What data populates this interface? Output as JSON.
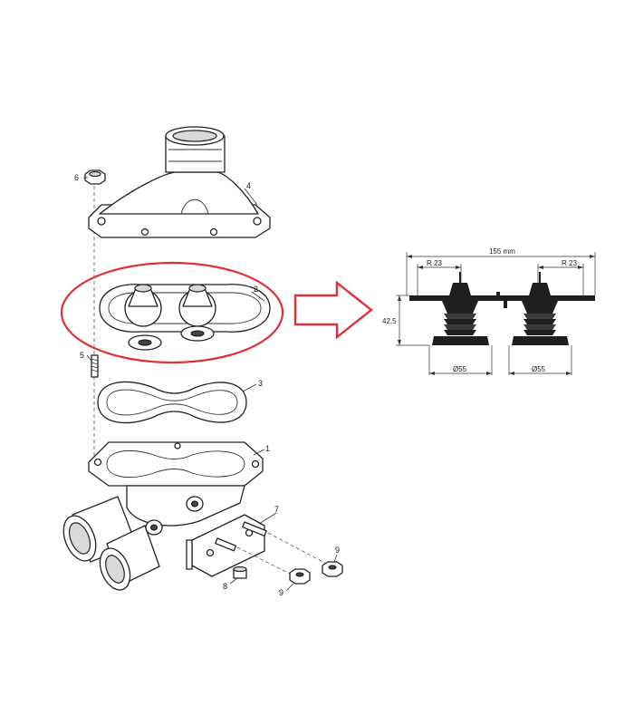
{
  "callouts": {
    "p1": "1",
    "p2": "2",
    "p3": "3",
    "p4": "4",
    "p5": "5",
    "p6": "6",
    "p7": "7",
    "p8": "8",
    "p9a": "9",
    "p9b": "9"
  },
  "dimensions": {
    "total_width": "155 mm",
    "radius_left": "R 23",
    "radius_right": "R 23",
    "height": "42,5",
    "diameter_left": "Ø55",
    "diameter_right": "Ø55"
  },
  "colors": {
    "highlight": "#e0303a",
    "line": "#222222",
    "detail_fill": "#1e1e1e"
  }
}
